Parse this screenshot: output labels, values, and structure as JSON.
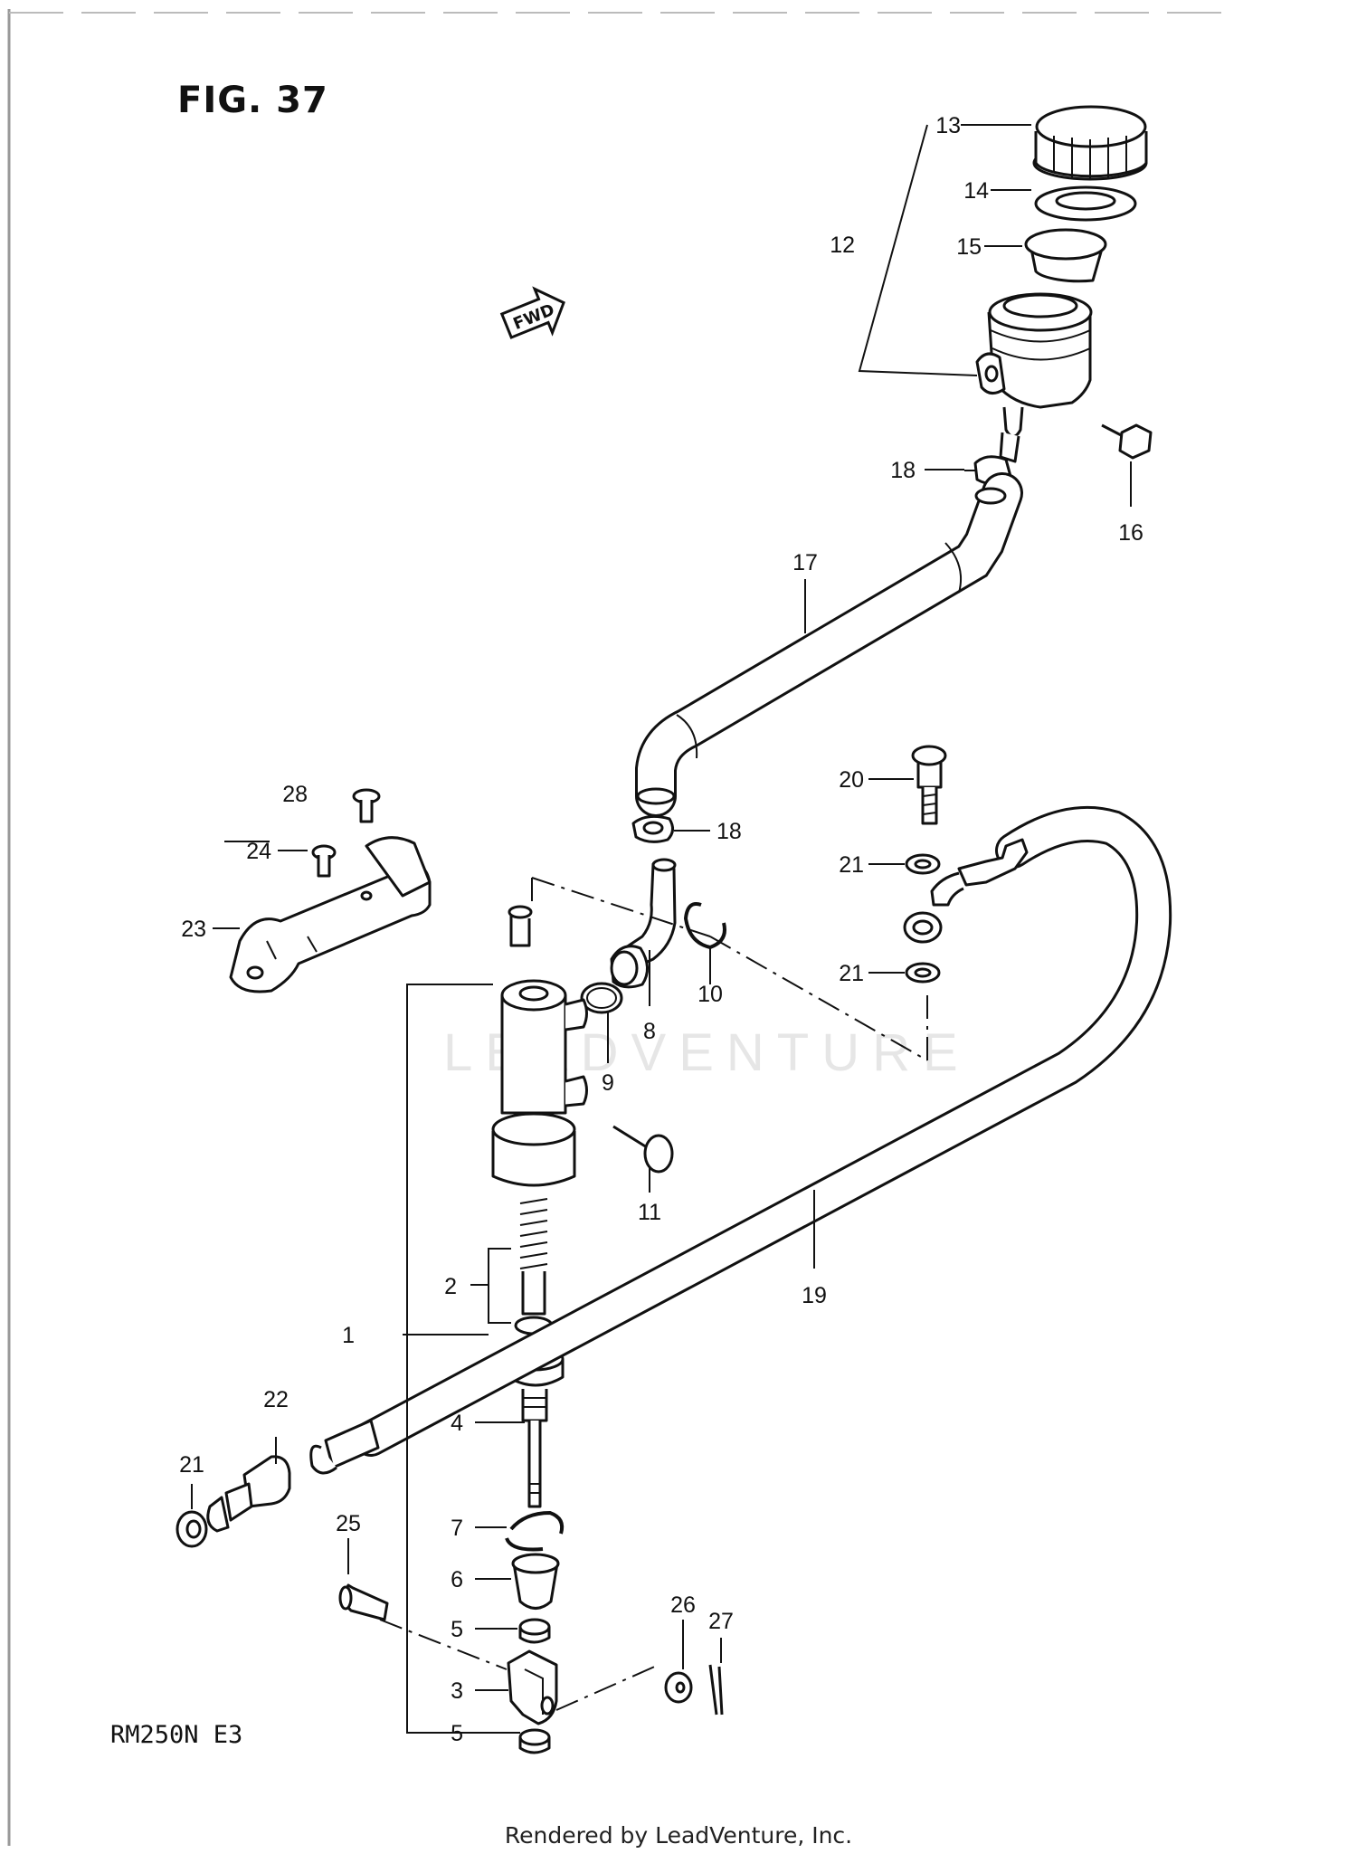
{
  "figure": {
    "title": "FIG. 37",
    "model": "RM250N  E3",
    "watermark": "LEADVENTURE",
    "credit": "Rendered by LeadVenture, Inc.",
    "fwd_label": "FWD"
  },
  "callouts": {
    "c1": "1",
    "c2": "2",
    "c3": "3",
    "c4": "4",
    "c5a": "5",
    "c5b": "5",
    "c6": "6",
    "c7": "7",
    "c8": "8",
    "c9": "9",
    "c10": "10",
    "c11": "11",
    "c12": "12",
    "c13": "13",
    "c14": "14",
    "c15": "15",
    "c16": "16",
    "c17": "17",
    "c18a": "18",
    "c18b": "18",
    "c19": "19",
    "c20": "20",
    "c21a": "21",
    "c21b": "21",
    "c21c": "21",
    "c22": "22",
    "c23": "23",
    "c24": "24",
    "c25": "25",
    "c26": "26",
    "c27": "27",
    "c28": "28"
  }
}
